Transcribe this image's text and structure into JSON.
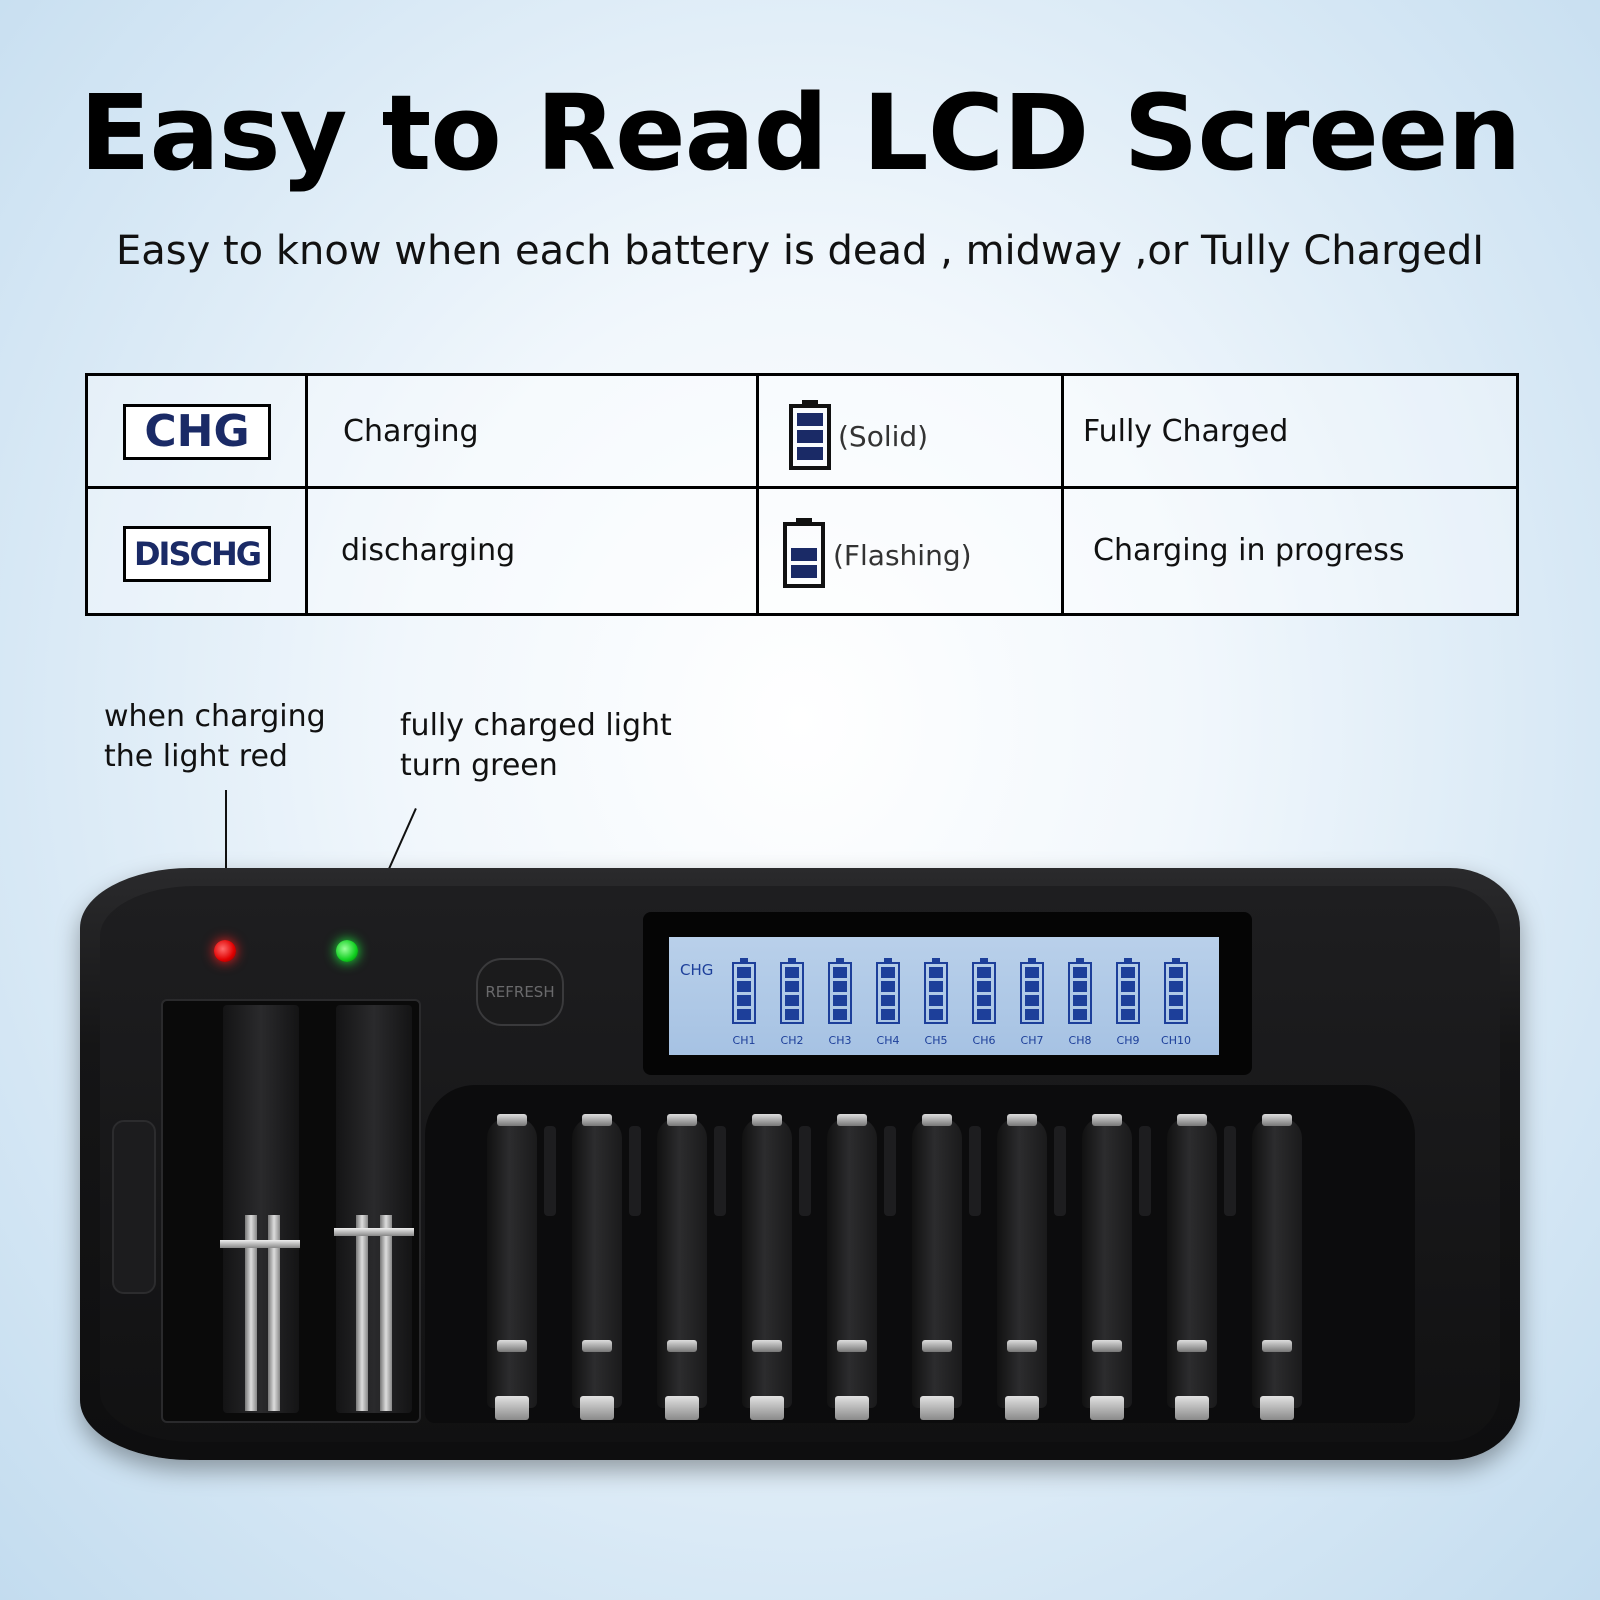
{
  "headline": "Easy to Read LCD Screen",
  "subline": "Easy to know when each battery is dead , midway ,or Tully ChargedI",
  "legend": {
    "rows": [
      {
        "badge": "CHG",
        "meaning": "Charging",
        "indicator_note": "(Solid)",
        "indicator_meaning": "Fully Charged"
      },
      {
        "badge": "DISCHG",
        "meaning": "discharging",
        "indicator_note": "(Flashing)",
        "indicator_meaning": "Charging in progress"
      }
    ]
  },
  "notes": {
    "red": "when charging\nthe light red",
    "green": "fully charged light\nturn green"
  },
  "charger": {
    "refresh_label": "REFRESH",
    "lcd": {
      "mode_label": "CHG",
      "channels": [
        "CH1",
        "CH2",
        "CH3",
        "CH4",
        "CH5",
        "CH6",
        "CH7",
        "CH8",
        "CH9",
        "CH10"
      ],
      "color": "#1d3f9a"
    },
    "led_colors": {
      "charging": "#e00000",
      "full": "#10d020"
    }
  }
}
